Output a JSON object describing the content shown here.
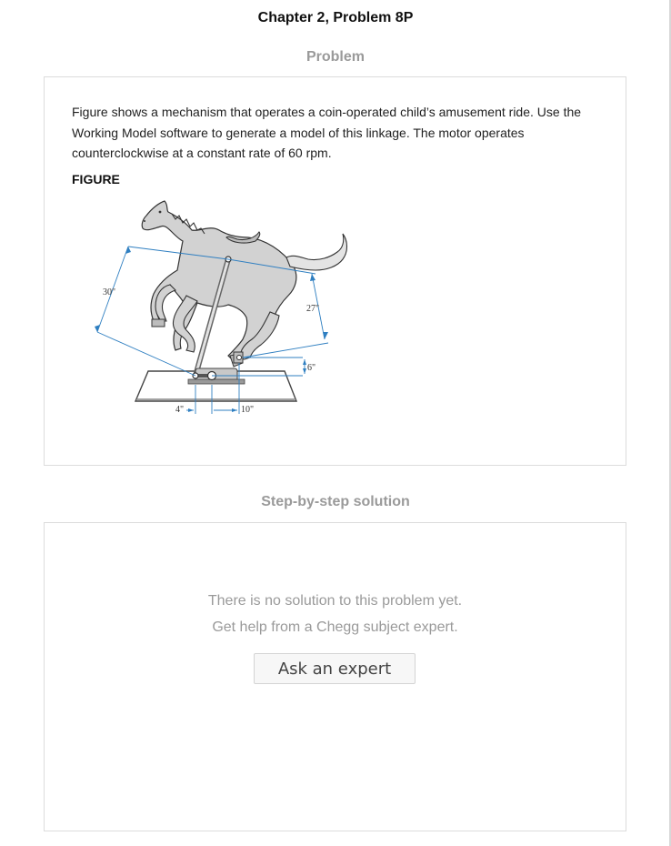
{
  "chapter_title": "Chapter 2, Problem 8P",
  "problem_heading": "Problem",
  "problem_text": "Figure shows a mechanism that operates a coin-operated child’s amusement ride. Use the Working Model software to generate a model of this linkage. The motor operates counterclockwise at a constant rate of 60 rpm.",
  "figure_label": "FIGURE",
  "figure": {
    "dimensions": {
      "d30": "30\"",
      "d27": "27\"",
      "d6": "6\"",
      "d4": "4\"",
      "d10": "10\""
    },
    "colors": {
      "horse_fill": "#d2d2d2",
      "dimension_line": "#2f7fc1"
    }
  },
  "solution_heading": "Step-by-step solution",
  "no_solution_line1": "There is no solution to this problem yet.",
  "no_solution_line2": "Get help from a Chegg subject expert.",
  "ask_button_label": "Ask an expert"
}
